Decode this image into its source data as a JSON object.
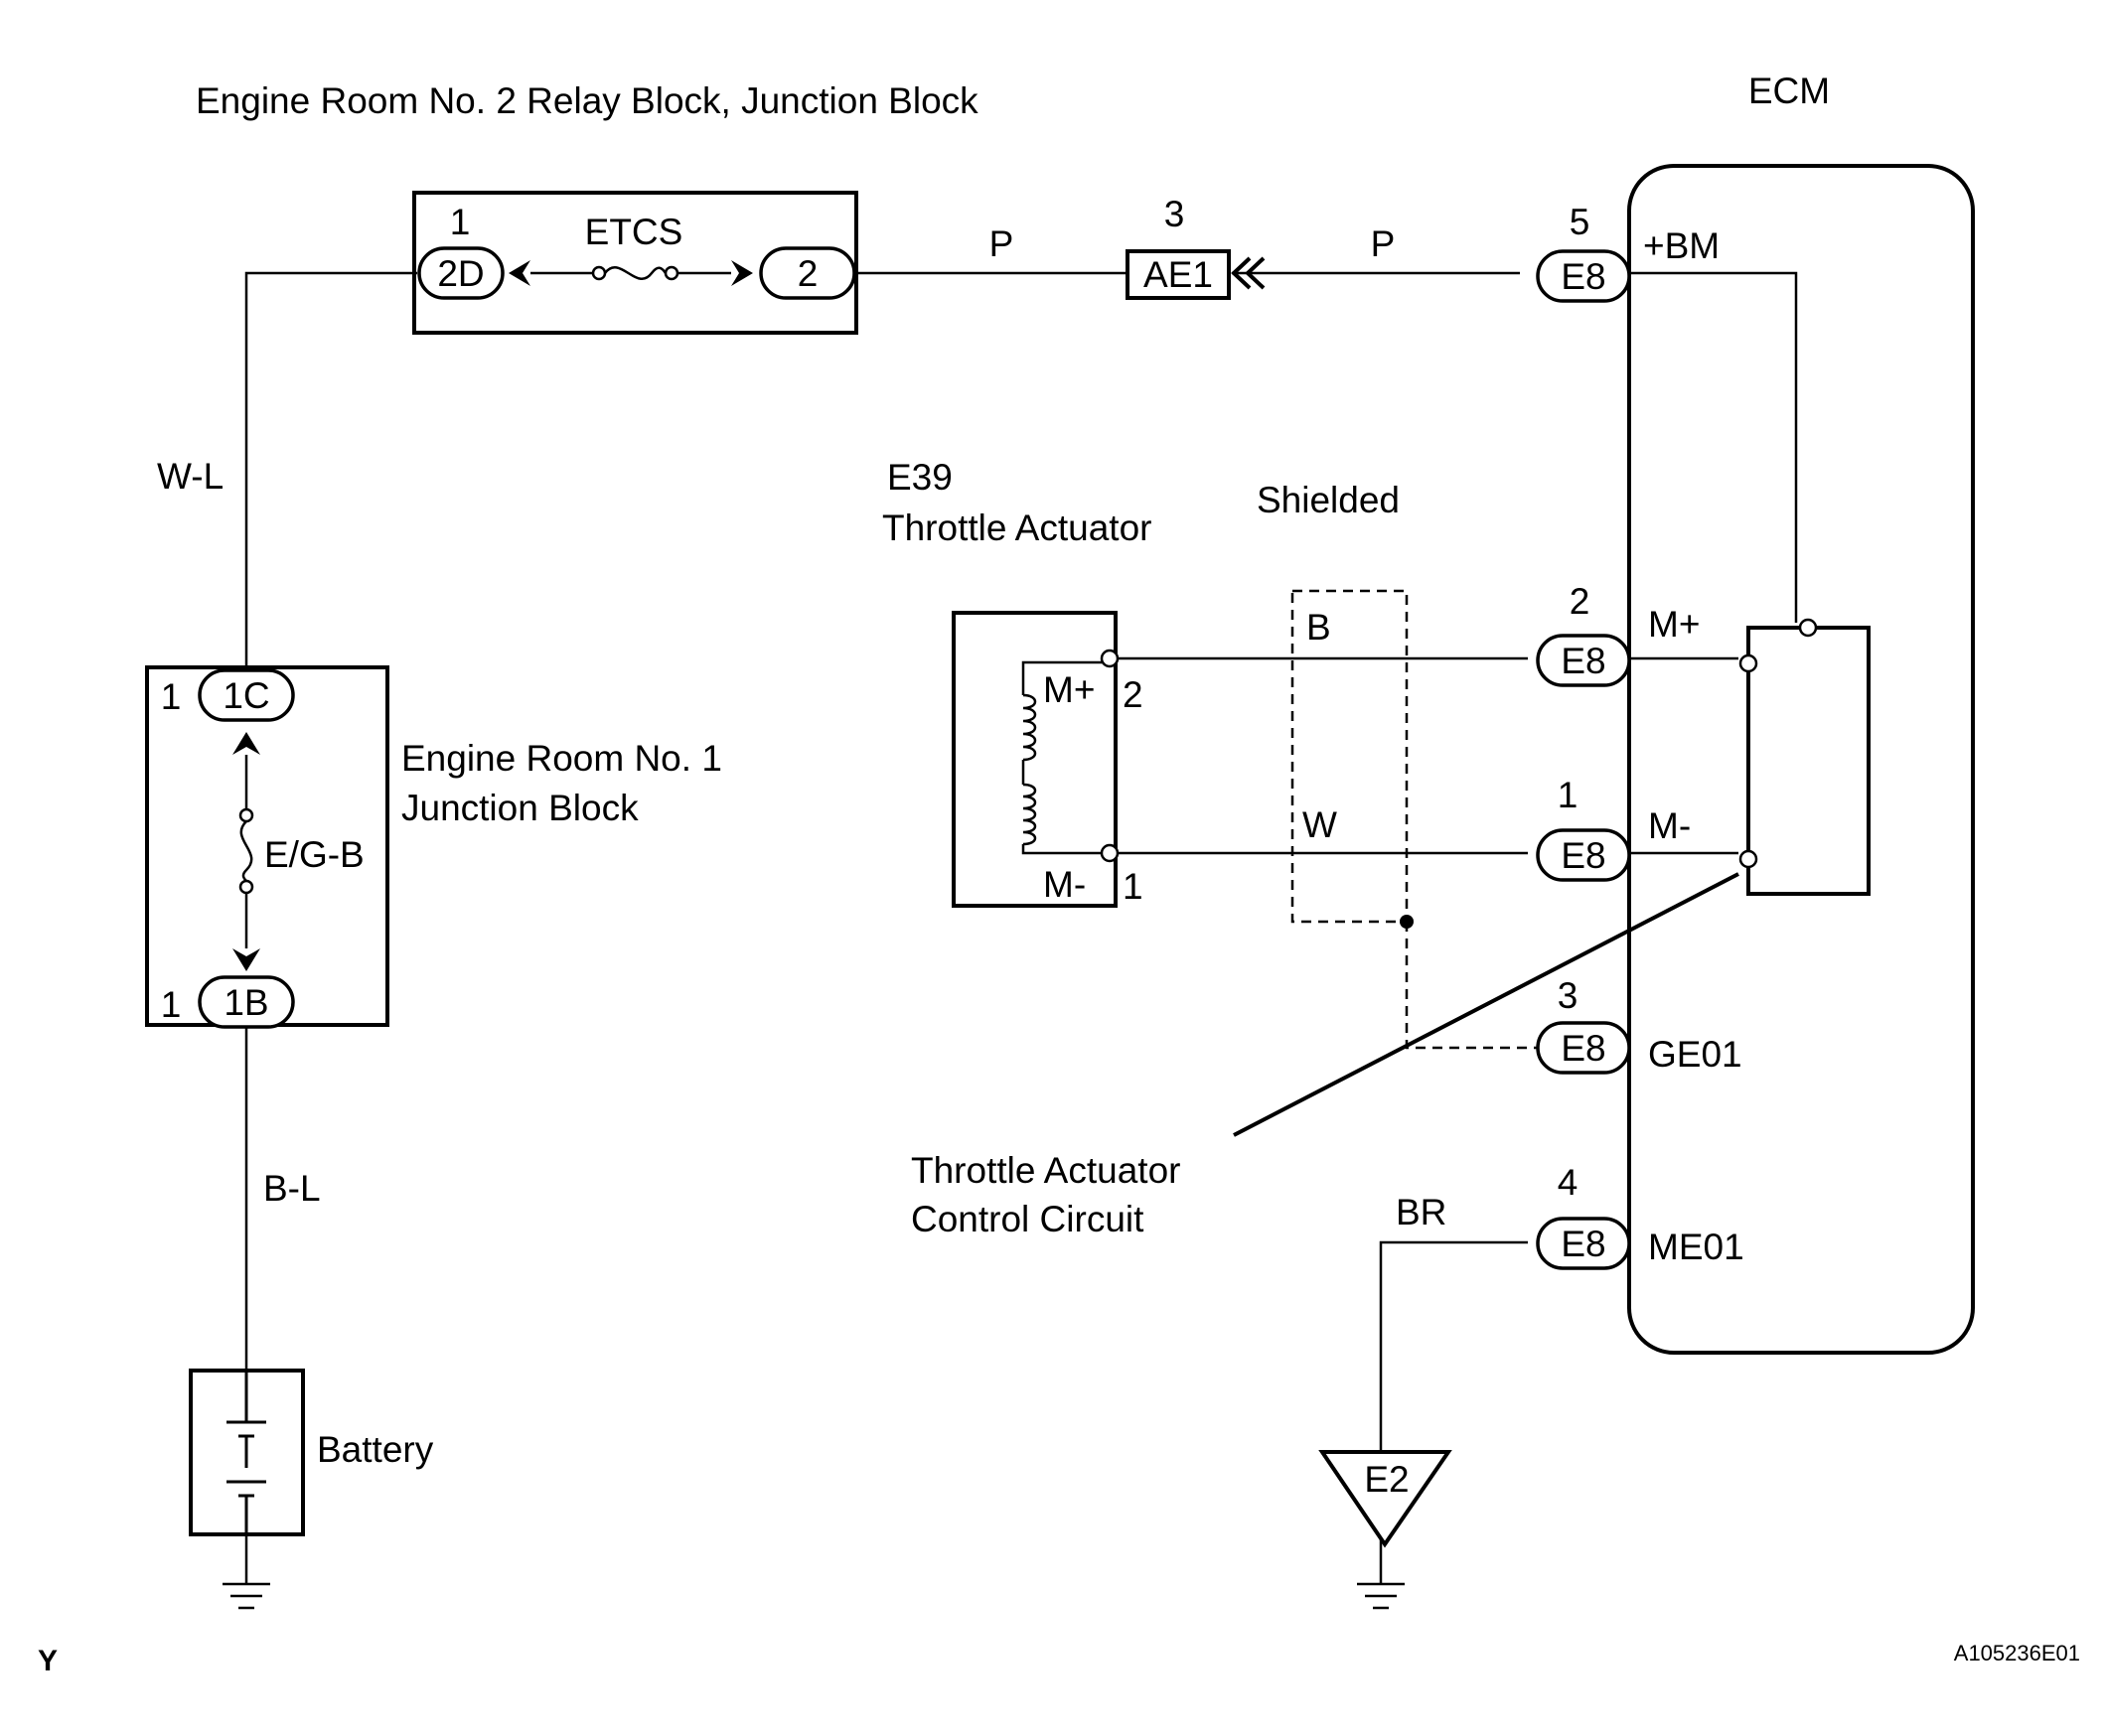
{
  "components": {
    "relay_block_2": {
      "title": "Engine Room No. 2 Relay Block, Junction Block",
      "fuse": "ETCS",
      "left_pin": "1",
      "left_connector": "2D",
      "right_connector": "2"
    },
    "junction_block_1": {
      "title_line1": "Engine Room No. 1",
      "title_line2": "Junction Block",
      "fuse": "E/G-B",
      "top_pin": "1",
      "top_connector": "1C",
      "bottom_pin": "1",
      "bottom_connector": "1B"
    },
    "battery": {
      "label": "Battery"
    },
    "throttle_actuator": {
      "id": "E39",
      "name": "Throttle Actuator",
      "terminal_plus": "M+",
      "terminal_minus": "M-",
      "pin_plus": "2",
      "pin_minus": "1"
    },
    "ecm": {
      "title": "ECM",
      "terminals": [
        "+BM",
        "M+",
        "M-",
        "GE01",
        "ME01"
      ]
    },
    "intermediate_connector": {
      "id": "AE1",
      "pin": "3"
    },
    "ground": {
      "label": "E2"
    }
  },
  "ecm_connectors": [
    {
      "connector": "E8",
      "pin": "5"
    },
    {
      "connector": "E8",
      "pin": "2"
    },
    {
      "connector": "E8",
      "pin": "1"
    },
    {
      "connector": "E8",
      "pin": "3"
    },
    {
      "connector": "E8",
      "pin": "4"
    }
  ],
  "wires": {
    "relay_to_ae1": "P",
    "ae1_to_ecm": "P",
    "battery_feed": "W-L",
    "battery_lead": "B-L",
    "motor_plus": "B",
    "motor_minus": "W",
    "ground_lead": "BR"
  },
  "labels": {
    "shielded": "Shielded",
    "callout_line1": "Throttle Actuator",
    "callout_line2": "Control Circuit"
  },
  "footer": {
    "corner_mark": "Y",
    "figure_code": "A105236E01"
  }
}
